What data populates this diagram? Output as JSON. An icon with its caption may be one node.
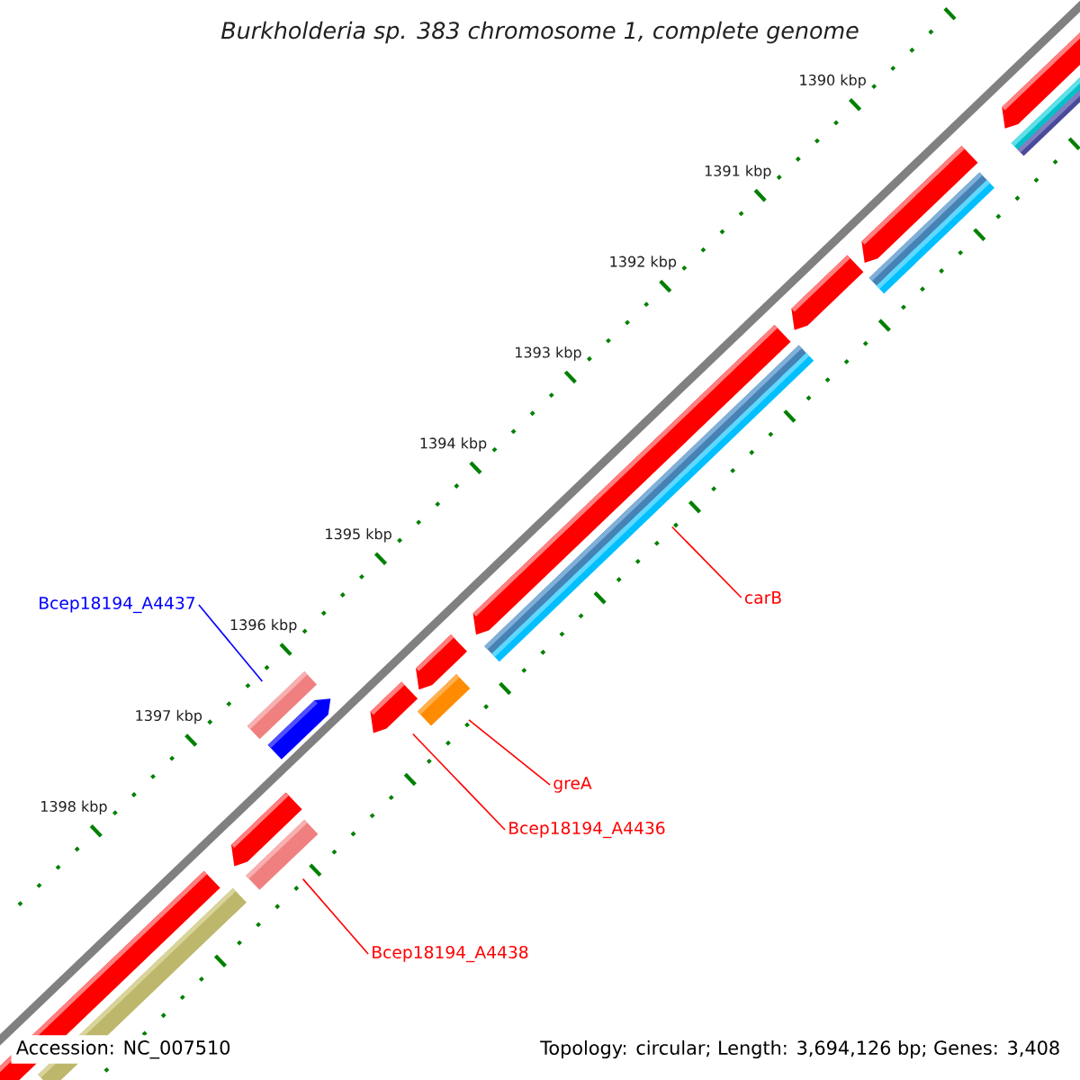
{
  "diagram": {
    "title": "Burkholderia sp. 383 chromosome 1, complete genome",
    "nodes": [
      {
        "text": [
          "Bcep18194_A4437"
        ]
      },
      {
        "text": [
          "carB"
        ]
      },
      {
        "text": [
          "greA"
        ]
      },
      {
        "text": [
          "Bcep18194_A4436"
        ]
      },
      {
        "text": [
          "Bcep18194_A4438"
        ]
      },
      {
        "text": [],
        "shape": "bar"
      },
      {
        "text": [],
        "shape": "bar"
      },
      {
        "text": [],
        "shape": "bar"
      },
      {
        "text": [],
        "shape": "bar"
      },
      {
        "text": [],
        "shape": "bar"
      },
      {
        "text": [],
        "shape": "bar"
      },
      {
        "text": [],
        "shape": "bar"
      },
      {
        "text": [],
        "shape": "bar"
      },
      {
        "text": [],
        "shape": "bar"
      },
      {
        "text": [],
        "shape": "bar"
      },
      {
        "text": [],
        "shape": "bar"
      },
      {
        "text": [],
        "shape": "bar"
      },
      {
        "text": [],
        "shape": "bar"
      },
      {
        "text": [],
        "shape": "bar"
      },
      {
        "text": [],
        "shape": "bar"
      },
      {
        "text": [],
        "shape": "bar"
      }
    ],
    "edges": [
      {
        "from": 0,
        "to": 9,
        "arrow": "none",
        "color": "#0000ff"
      },
      {
        "from": 1,
        "to": 15,
        "arrow": "none"
      },
      {
        "from": 2,
        "to": 13,
        "arrow": "none"
      },
      {
        "from": 3,
        "to": 11,
        "arrow": "none"
      },
      {
        "from": 4,
        "to": 8,
        "arrow": "none"
      }
    ],
    "labels": [
      "1390 kbp",
      "1391 kbp",
      "1392 kbp",
      "1393 kbp",
      "1394 kbp",
      "1395 kbp",
      "1396 kbp",
      "1397 kbp",
      "1398 kbp",
      "Accession: NC_007510",
      "Topology: circular; Length: 3,694,126 bp; Genes: 3,408"
    ]
  }
}
